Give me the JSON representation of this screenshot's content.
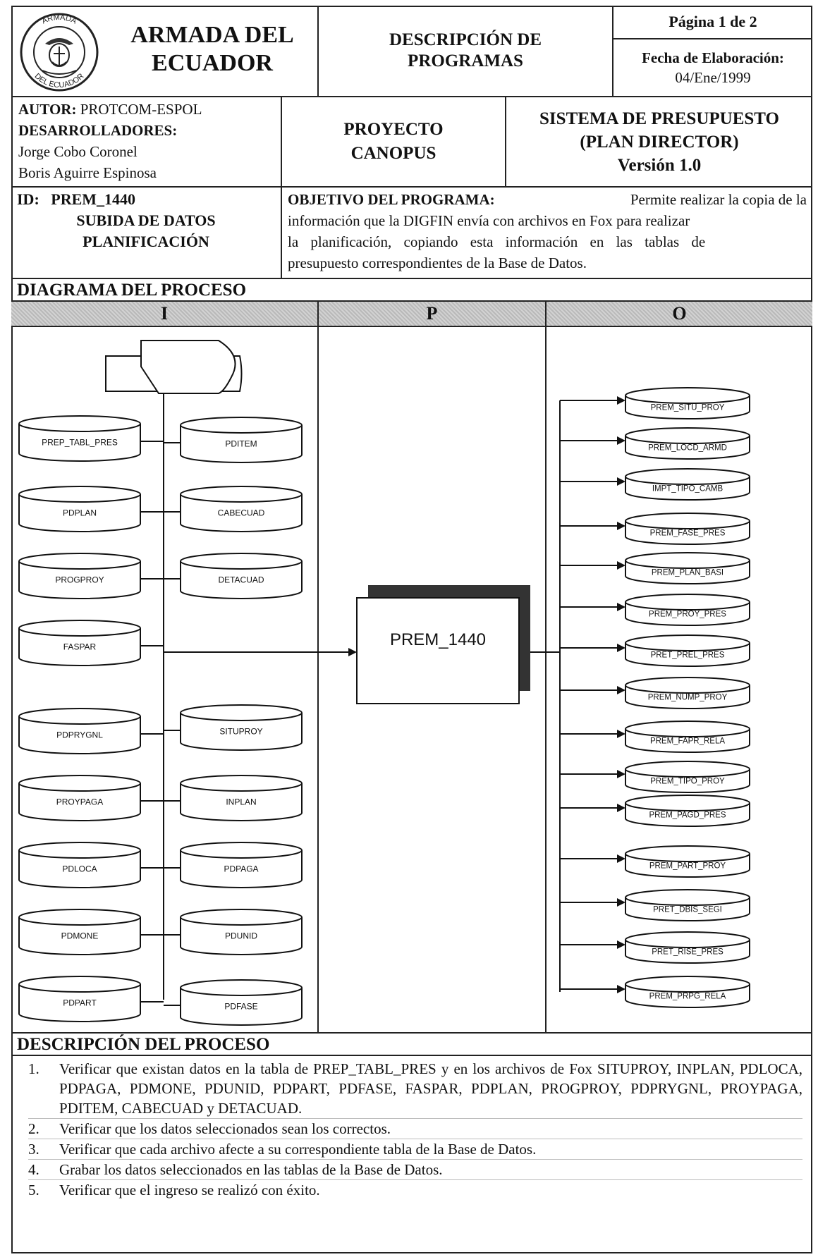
{
  "header": {
    "org_line1": "ARMADA DEL",
    "org_line2": "ECUADOR",
    "seal_top": "ARMADA",
    "seal_bottom": "DEL ECUADOR",
    "doc_type_line1": "DESCRIPCIÓN DE",
    "doc_type_line2": "PROGRAMAS",
    "page": "Página 1 de 2",
    "date_label": "Fecha de Elaboración:",
    "date_value": "04/Ene/1999"
  },
  "info": {
    "author_label": "AUTOR:",
    "author_value": "PROTCOM-ESPOL",
    "developers_label": "DESARROLLADORES:",
    "developer1": "Jorge Cobo Coronel",
    "developer2": "Boris Aguirre Espinosa",
    "project_line1": "PROYECTO",
    "project_line2": "CANOPUS",
    "system_line1": "SISTEMA DE PRESUPUESTO",
    "system_line2": "(PLAN DIRECTOR)",
    "system_line3": "Versión 1.0"
  },
  "id_block": {
    "id_label": "ID:",
    "id_value": "PREM_1440",
    "line2": "SUBIDA DE DATOS",
    "line3": "PLANIFICACIÓN"
  },
  "objective": {
    "label": "OBJETIVO DEL PROGRAMA:",
    "line1": "Permite realizar la copia de la",
    "line2": "información que la DIGFIN envía con archivos en Fox para realizar",
    "line3": "la planificación, copiando esta información en las tablas de",
    "line4": "presupuesto correspondientes de la Base de Datos."
  },
  "diagram": {
    "title": "DIAGRAMA DEL PROCESO",
    "col_i": "I",
    "col_p": "P",
    "col_o": "O",
    "process": "PREM_1440",
    "inputs_left": [
      "PREP_TABL_PRES",
      "PDPLAN",
      "PROGPROY",
      "FASPAR",
      "PDPRYGNL",
      "PROYPAGA",
      "PDLOCA",
      "PDMONE",
      "PDPART"
    ],
    "inputs_right": [
      "PDITEM",
      "CABECUAD",
      "DETACUAD",
      "SITUPROY",
      "INPLAN",
      "PDPAGA",
      "PDUNID",
      "PDFASE"
    ],
    "outputs": [
      "PREM_SITU_PROY",
      "PREM_LOCD_ARMD",
      "IMPT_TIPO_CAMB",
      "PREM_FASE_PRES",
      "PREM_PLAN_BASI",
      "PREM_PROY_PRES",
      "PRET_PREL_PRES",
      "PREM_NUMP_PROY",
      "PREM_FAPR_RELA",
      "PREM_TIPO_PROY",
      "PREM_PAGD_PRES",
      "PREM_PART_PROY",
      "PRET_DBIS_SEGI",
      "PRET_RISE_PRES",
      "PREM_PRPG_RELA"
    ]
  },
  "description": {
    "title": "DESCRIPCIÓN DEL PROCESO",
    "steps": [
      {
        "num": "1.",
        "text": "Verificar que existan datos en la tabla de PREP_TABL_PRES y en los archivos de Fox SITUPROY, INPLAN, PDLOCA, PDPAGA, PDMONE, PDUNID, PDPART, PDFASE, FASPAR, PDPLAN, PROGPROY, PDPRYGNL, PROYPAGA, PDITEM, CABECUAD y DETACUAD."
      },
      {
        "num": "2.",
        "text": "Verificar que los datos seleccionados sean los correctos."
      },
      {
        "num": "3.",
        "text": "Verificar que cada archivo afecte a su correspondiente tabla de la Base de Datos."
      },
      {
        "num": "4.",
        "text": "Grabar los datos seleccionados en las tablas de la Base de Datos."
      },
      {
        "num": "5.",
        "text": "Verificar que el ingreso se realizó con éxito."
      }
    ]
  }
}
